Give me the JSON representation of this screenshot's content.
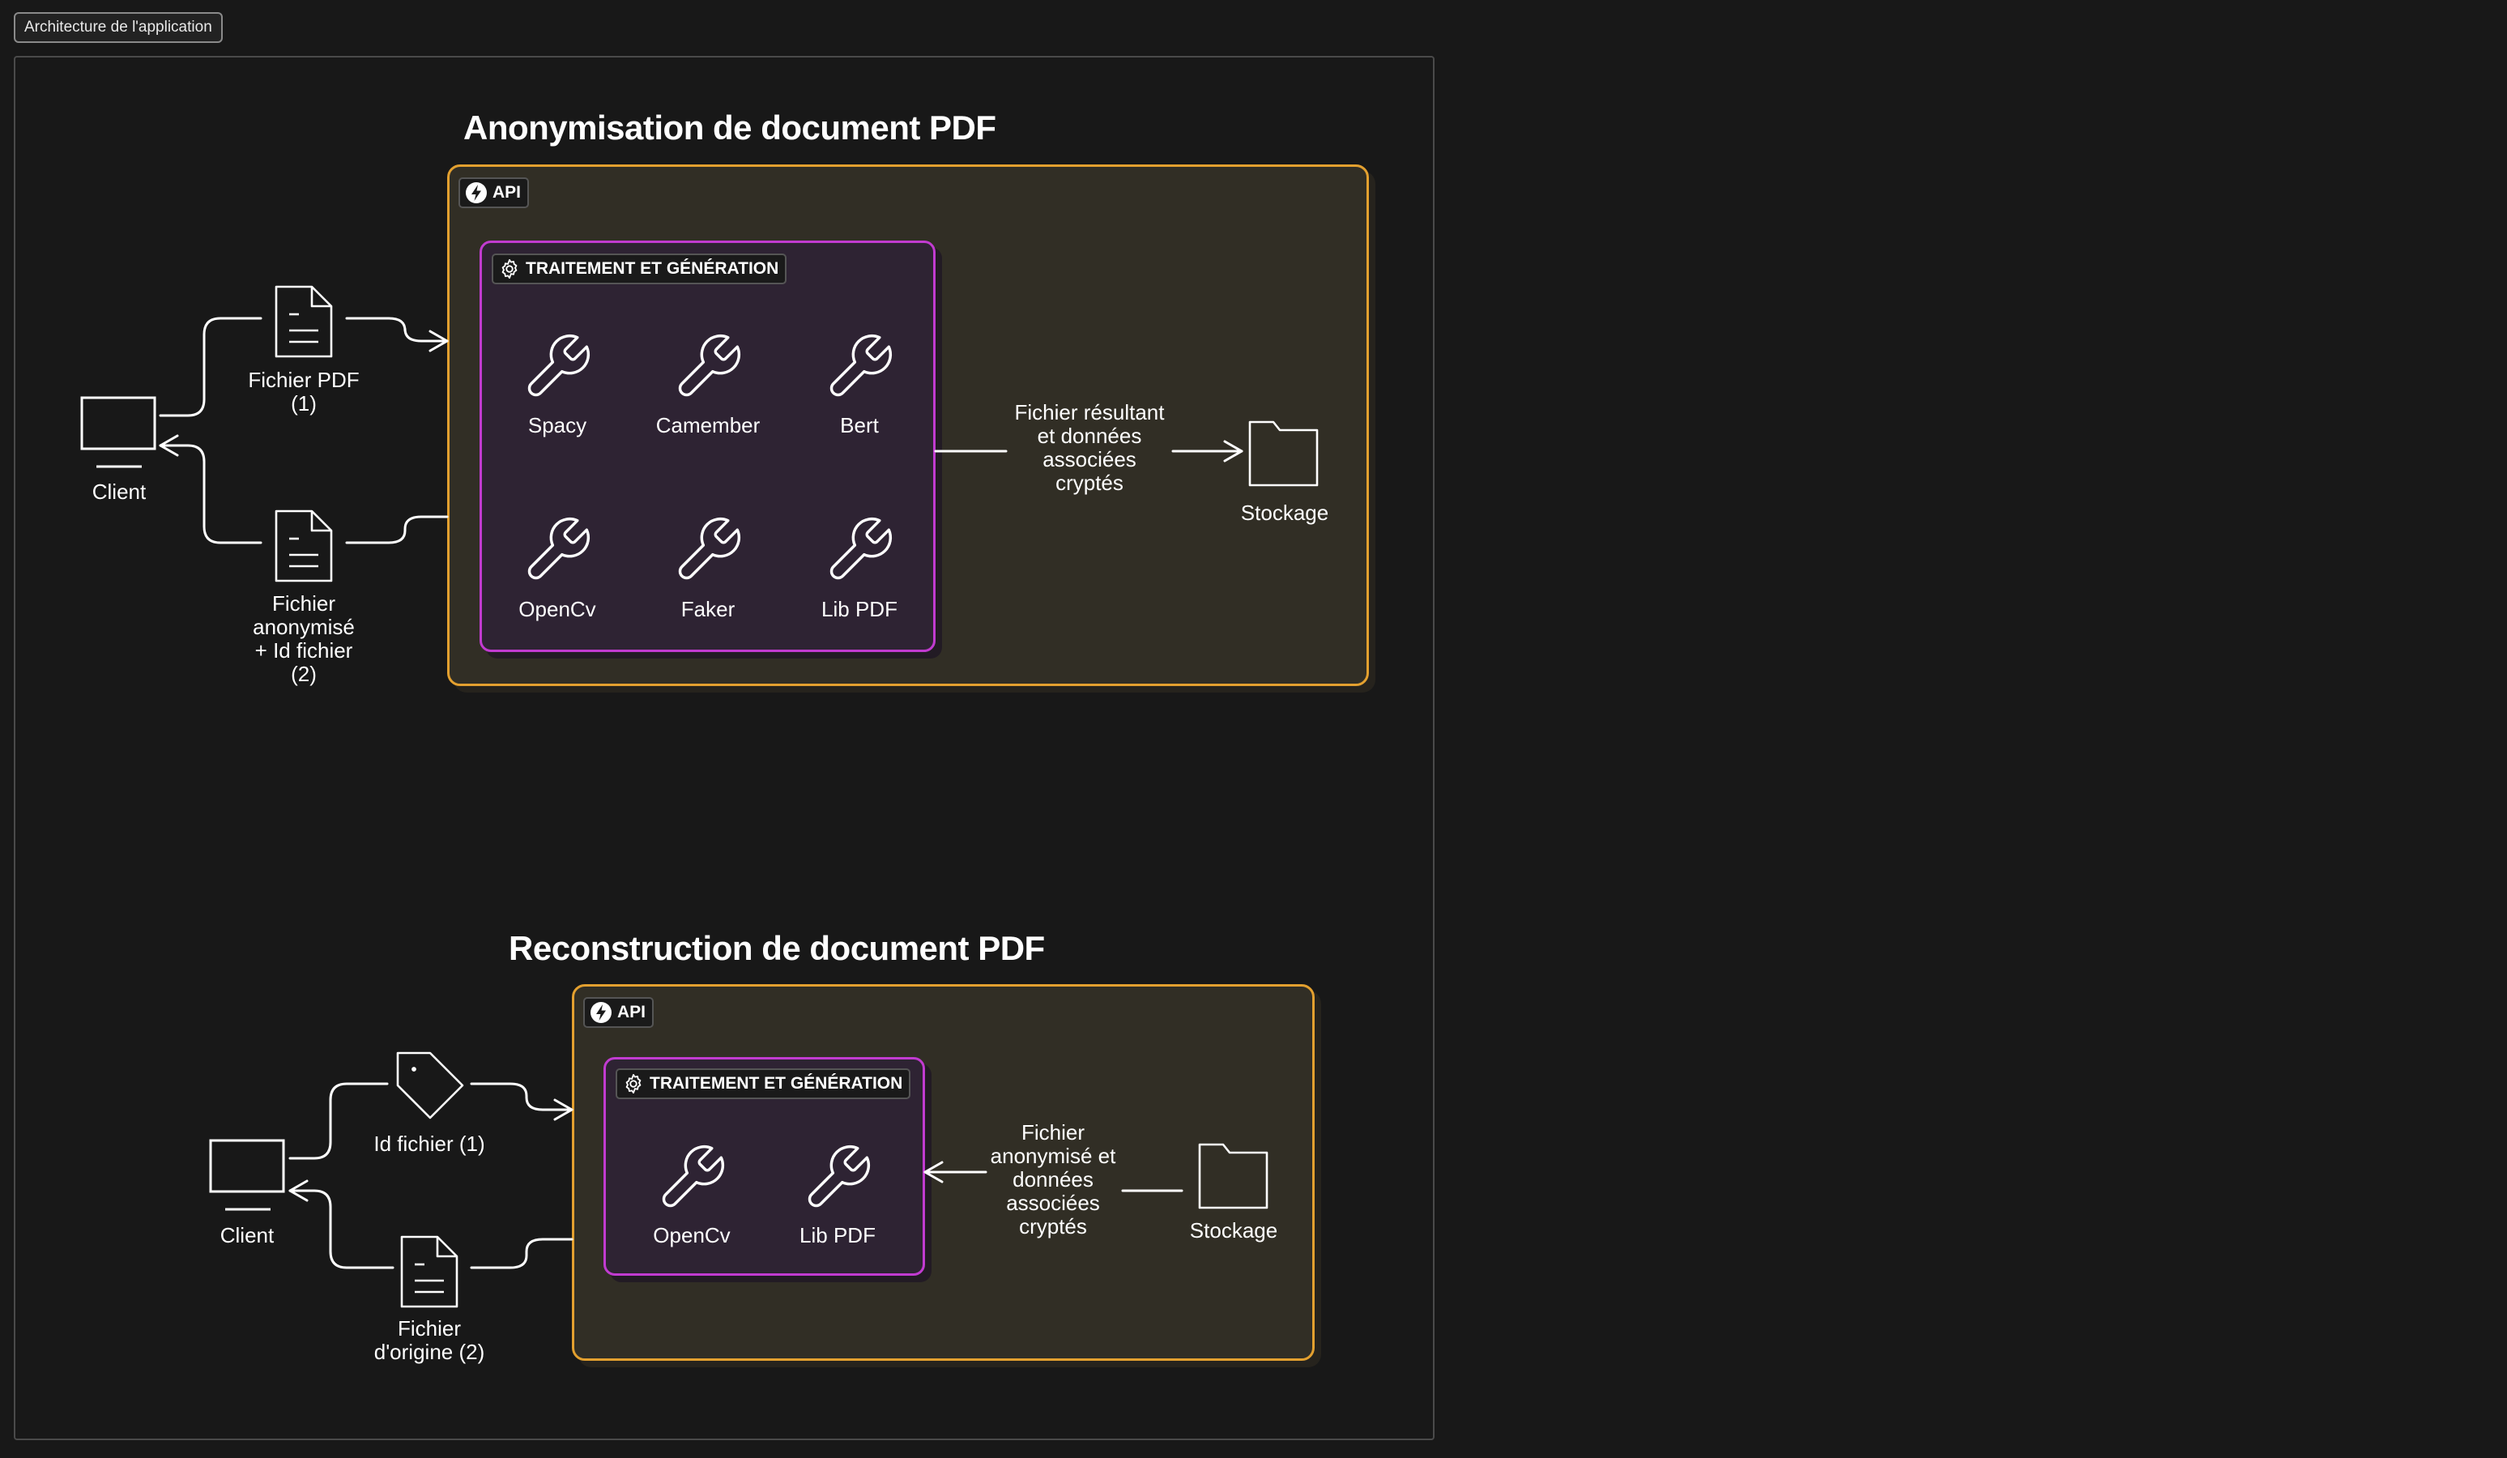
{
  "frame": {
    "title": "Architecture de l'application"
  },
  "anonymisation": {
    "title": "Anonymisation de document PDF",
    "api_label": "API",
    "processing_label": "TRAITEMENT ET GÉNÉRATION",
    "tools": [
      "Spacy",
      "Camember",
      "Bert",
      "OpenCv",
      "Faker",
      "Lib PDF"
    ],
    "client_label": "Client",
    "input_file_label": "Fichier PDF\n(1)",
    "output_file_label": "Fichier\nanonymisé\n+ Id fichier\n(2)",
    "flow_label": "Fichier résultant\net données\nassociées\ncryptés",
    "storage_label": "Stockage"
  },
  "reconstruction": {
    "title": "Reconstruction de document PDF",
    "api_label": "API",
    "processing_label": "TRAITEMENT ET GÉNÉRATION",
    "tools": [
      "OpenCv",
      "Lib PDF"
    ],
    "client_label": "Client",
    "input_id_label": "Id fichier (1)",
    "output_file_label": "Fichier\nd'origine (2)",
    "flow_label": "Fichier\nanonymisé et\ndonnées\nassociées\ncryptés",
    "storage_label": "Stockage"
  },
  "colors": {
    "background": "#181818",
    "api_border": "#e3a02f",
    "api_fill": "#312e25",
    "processing_border": "#c13bd0",
    "processing_fill": "#2e2333",
    "stroke": "#ffffff"
  }
}
